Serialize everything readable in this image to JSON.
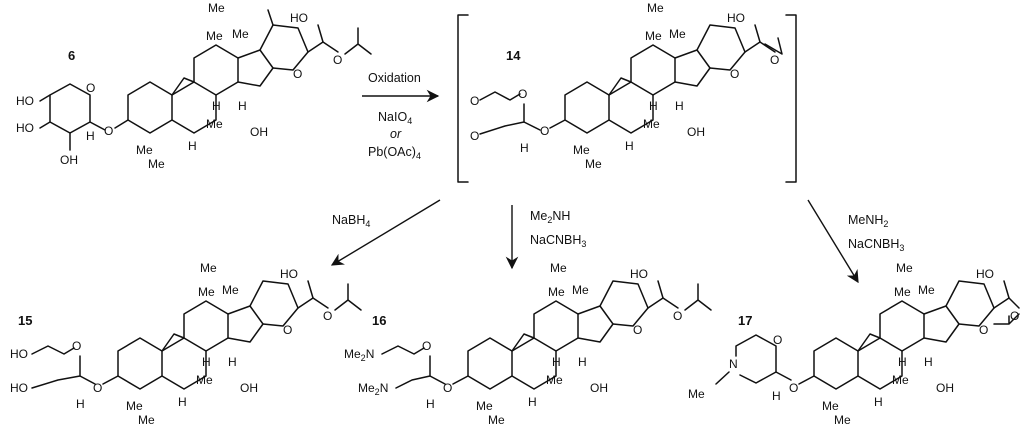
{
  "compounds": [
    {
      "id": "6"
    },
    {
      "id": "14"
    },
    {
      "id": "15"
    },
    {
      "id": "16"
    },
    {
      "id": "17"
    }
  ],
  "reactions": {
    "oxidation": {
      "title": "Oxidation",
      "line1": "NaIO",
      "line1_sub": "4",
      "line2": "or",
      "line3": "Pb(OAc)",
      "line3_sub": "4"
    },
    "to15": {
      "reagent": "NaBH",
      "reagent_sub": "4"
    },
    "to16": {
      "line1": "Me",
      "line1_sub": "2",
      "line1_rest": "NH",
      "line2": "NaCNBH",
      "line2_sub": "3"
    },
    "to17": {
      "line1": "MeNH",
      "line1_sub": "2",
      "line2": "NaCNBH",
      "line2_sub": "3"
    }
  },
  "atoms": {
    "me": "Me",
    "ho": "HO",
    "oh": "OH",
    "o": "O",
    "h": "H",
    "n": "N",
    "me2n": "Me",
    "me2n_sub": "2",
    "me2n_n": "N",
    "ho_left": "HO",
    "me_n": "Me–N"
  }
}
